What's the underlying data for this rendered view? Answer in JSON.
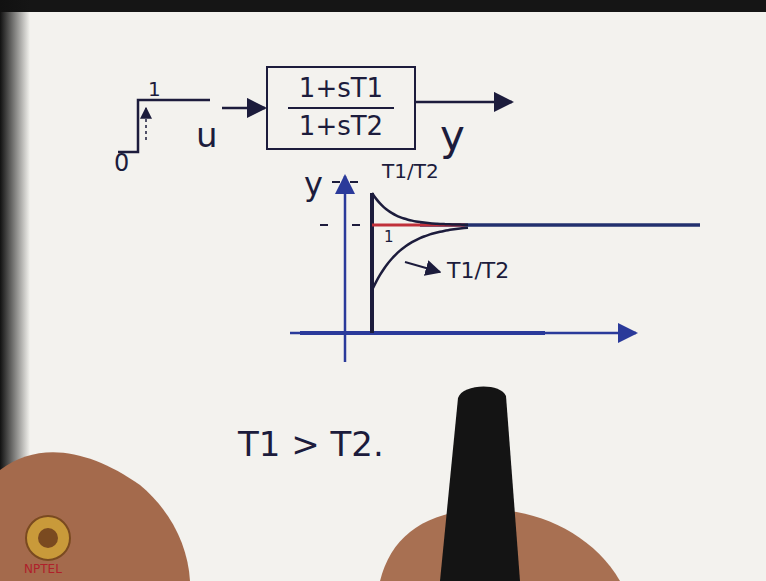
{
  "diagram": {
    "nodes": [
      {
        "text": [
          "1+sT1",
          "1+sT2"
        ]
      }
    ],
    "labels": [
      "1",
      "0",
      "u",
      "y",
      "y",
      "T1/T2",
      "1",
      "T1/T2",
      "T1 > T2.",
      "NPTEL"
    ]
  }
}
